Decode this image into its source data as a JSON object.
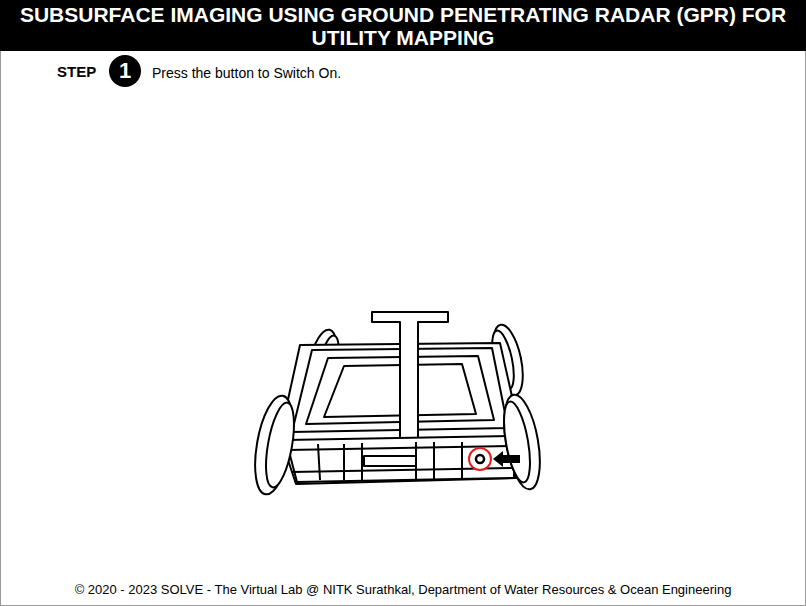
{
  "diagram": {
    "title": "SUBSURFACE IMAGING USING GROUND PENETRATING RADAR (GPR) FOR UTILITY MAPPING",
    "nodes": [
      {
        "text": [
          "1"
        ]
      }
    ],
    "labels": [
      "STEP",
      "Press the button to Switch On.",
      "© 2020 - 2023 SOLVE - The Virtual Lab @ NITK Surathkal, Department of Water Resources & Ocean Engineering"
    ]
  }
}
